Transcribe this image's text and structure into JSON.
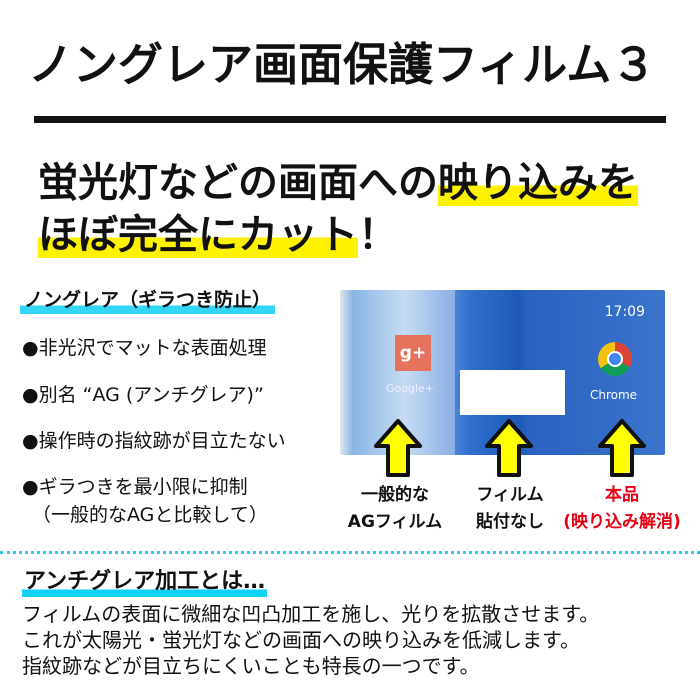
{
  "title": "ノングレア画面保護フィルム３",
  "headline": {
    "line1_plain": "蛍光灯などの画面への",
    "line1_highlight": "映り込みを",
    "line2_highlight": "ほぼ完全にカット",
    "line2_plain": "！"
  },
  "nonglare": {
    "heading": "ノングレア（ギラつき防止）",
    "bullets": [
      "●非光沢でマットな表面処理",
      "●別名 “AG (アンチグレア)”",
      "●操作時の指紋跡が目立たない",
      "●ギラつきを最小限に抑制",
      "（一般的なAGと比較して）"
    ]
  },
  "photo": {
    "time": "17:09",
    "app_left": "Google+",
    "app_right": "Chrome",
    "gplus": "g+"
  },
  "comparison": [
    {
      "line1": "一般的な",
      "line2": "AGフィルム",
      "color": "#111111"
    },
    {
      "line1": "フィルム",
      "line2": "貼付なし",
      "color": "#111111"
    },
    {
      "line1": "本品",
      "line2": "(映り込み解消)",
      "color": "#e60012"
    }
  ],
  "colors": {
    "highlight": "#fff200",
    "accent": "#33d6f5",
    "red": "#e60012"
  },
  "antiglare": {
    "heading": "アンチグレア加工とは…",
    "lines": [
      "フィルムの表面に微細な凹凸加工を施し、光りを拡散させます。",
      "これが太陽光・蛍光灯などの画面への映り込みを低減します。",
      "指紋跡などが目立ちにくいことも特長の一つです。"
    ]
  }
}
